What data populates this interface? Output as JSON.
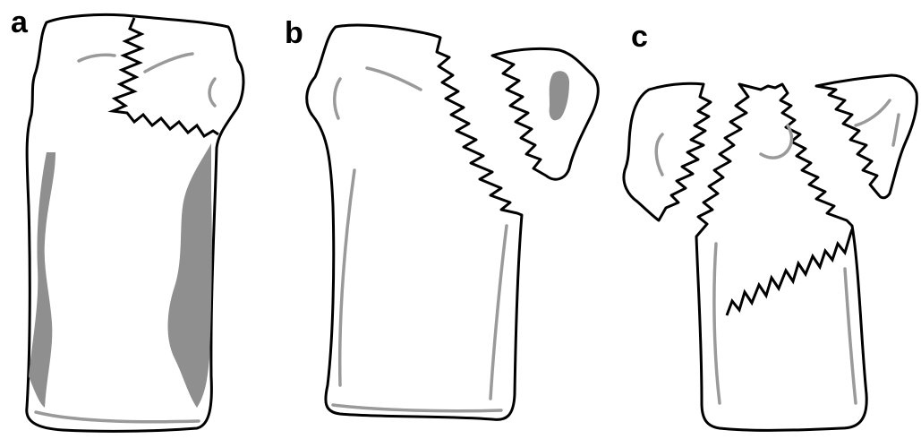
{
  "panels": [
    {
      "id": "a",
      "label": "a",
      "description_state": "intact-with-fracture"
    },
    {
      "id": "b",
      "label": "b",
      "description_state": "split-into-two"
    },
    {
      "id": "c",
      "label": "c",
      "description_state": "split-into-three"
    }
  ],
  "colors": {
    "outline": "#000000",
    "background": "#ffffff",
    "ridge_line": "#9a9a9a",
    "shaded_area": "#8f8f8f"
  }
}
